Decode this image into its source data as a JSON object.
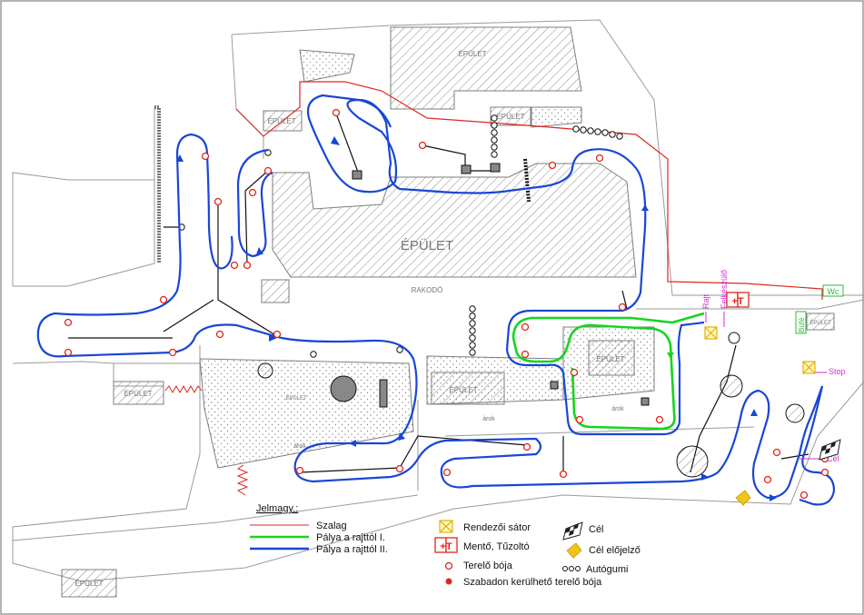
{
  "colors": {
    "szalag": "#e0261b",
    "course1": "#17d41f",
    "course2": "#1946d6",
    "magenta": "#d62ad6",
    "tent": "#f0c419",
    "medic": "#e0261b",
    "wc": "#2fb83a",
    "building": "#7d7d7d"
  },
  "labels": {
    "epulet": "ÉPÜLET",
    "epulet_big": "ÉPÜLET",
    "rakodo": "RAKODÓ",
    "arok": "árok",
    "rajt": "Rajt",
    "felkeszulo": "Felkészülő",
    "stop": "Stop",
    "cel": "Cél",
    "wc": "Wc",
    "bufe": "Büfé"
  },
  "legend": {
    "title": "Jelmagy.:",
    "lines": [
      {
        "label": "Szalag",
        "color": "#e0261b"
      },
      {
        "label": "Pálya a rajttól I.",
        "color": "#17d41f"
      },
      {
        "label": "Pálya a rajttól II.",
        "color": "#1946d6"
      }
    ],
    "symbols": [
      {
        "icon": "tent-icon",
        "label": "Rendezői sátor"
      },
      {
        "icon": "medic-icon",
        "label": "Mentő, Tűzoltó"
      },
      {
        "icon": "cone-icon",
        "label": "Terelő bója"
      },
      {
        "icon": "free-cone-icon",
        "label": "Szabadon kerülhető terelő bója"
      },
      {
        "icon": "finish-flag-icon",
        "label": "Cél"
      },
      {
        "icon": "finish-warning-icon",
        "label": "Cél előjelző"
      },
      {
        "icon": "tire-icon",
        "label": "Autógumi"
      }
    ],
    "medic_glyph": "+T"
  }
}
